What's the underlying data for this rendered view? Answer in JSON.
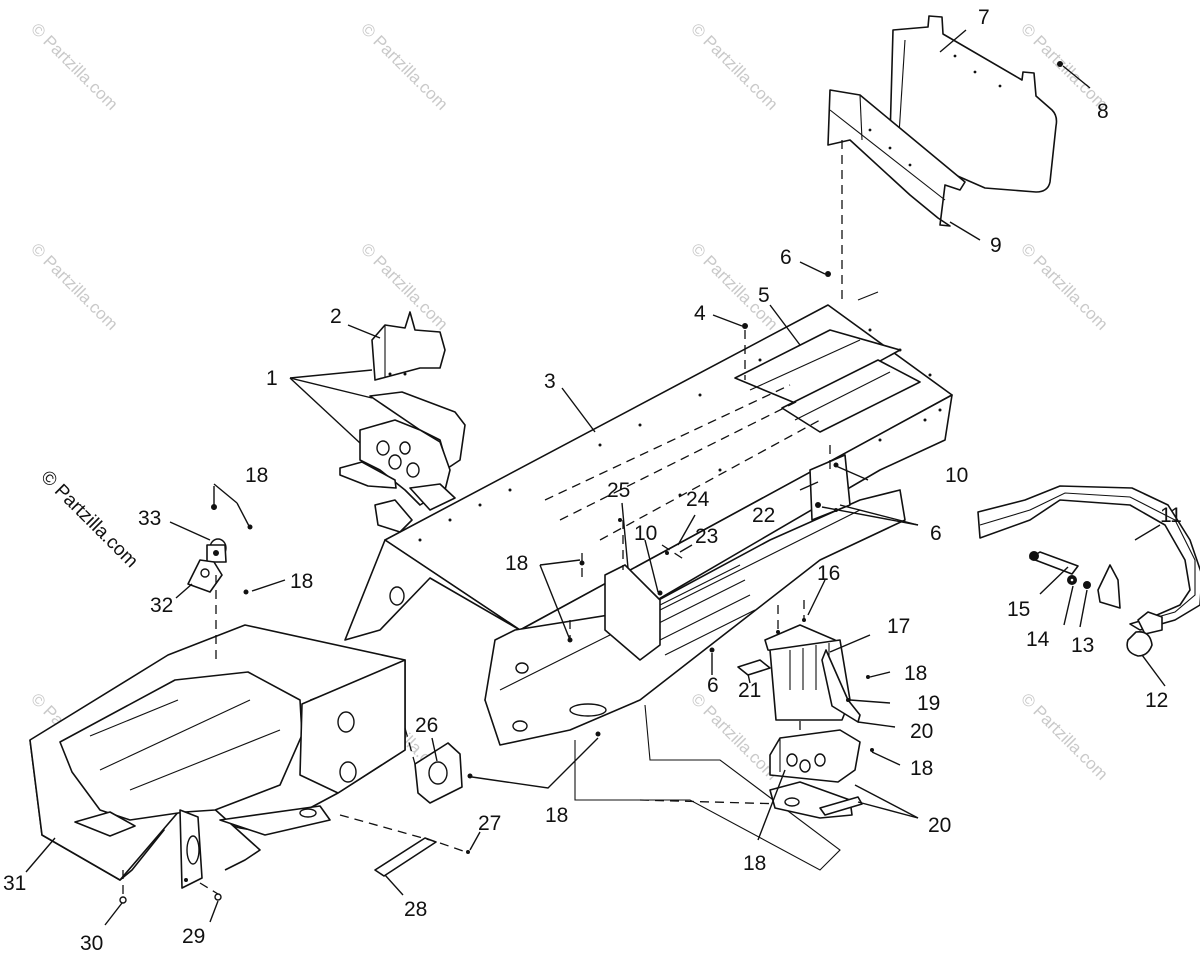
{
  "watermark": {
    "main_text": "© Partzilla.com",
    "tile_text": "© Partzilla.com"
  },
  "callouts": [
    {
      "id": "c1",
      "text": "1"
    },
    {
      "id": "c2",
      "text": "2"
    },
    {
      "id": "c3",
      "text": "3"
    },
    {
      "id": "c4",
      "text": "4"
    },
    {
      "id": "c5",
      "text": "5"
    },
    {
      "id": "c6a",
      "text": "6"
    },
    {
      "id": "c6b",
      "text": "6"
    },
    {
      "id": "c6c",
      "text": "6"
    },
    {
      "id": "c7",
      "text": "7"
    },
    {
      "id": "c8",
      "text": "8"
    },
    {
      "id": "c9",
      "text": "9"
    },
    {
      "id": "c10a",
      "text": "10"
    },
    {
      "id": "c10b",
      "text": "10"
    },
    {
      "id": "c11",
      "text": "11"
    },
    {
      "id": "c12",
      "text": "12"
    },
    {
      "id": "c13",
      "text": "13"
    },
    {
      "id": "c14",
      "text": "14"
    },
    {
      "id": "c15",
      "text": "15"
    },
    {
      "id": "c16",
      "text": "16"
    },
    {
      "id": "c17",
      "text": "17"
    },
    {
      "id": "c18a",
      "text": "18"
    },
    {
      "id": "c18b",
      "text": "18"
    },
    {
      "id": "c18c",
      "text": "18"
    },
    {
      "id": "c18d",
      "text": "18"
    },
    {
      "id": "c18e",
      "text": "18"
    },
    {
      "id": "c18f",
      "text": "18"
    },
    {
      "id": "c18g",
      "text": "18"
    },
    {
      "id": "c19",
      "text": "19"
    },
    {
      "id": "c20a",
      "text": "20"
    },
    {
      "id": "c20b",
      "text": "20"
    },
    {
      "id": "c21",
      "text": "21"
    },
    {
      "id": "c22",
      "text": "22"
    },
    {
      "id": "c23",
      "text": "23"
    },
    {
      "id": "c24",
      "text": "24"
    },
    {
      "id": "c25",
      "text": "25"
    },
    {
      "id": "c26",
      "text": "26"
    },
    {
      "id": "c27",
      "text": "27"
    },
    {
      "id": "c28",
      "text": "28"
    },
    {
      "id": "c29",
      "text": "29"
    },
    {
      "id": "c30",
      "text": "30"
    },
    {
      "id": "c31",
      "text": "31"
    },
    {
      "id": "c32",
      "text": "32"
    },
    {
      "id": "c33",
      "text": "33"
    }
  ]
}
